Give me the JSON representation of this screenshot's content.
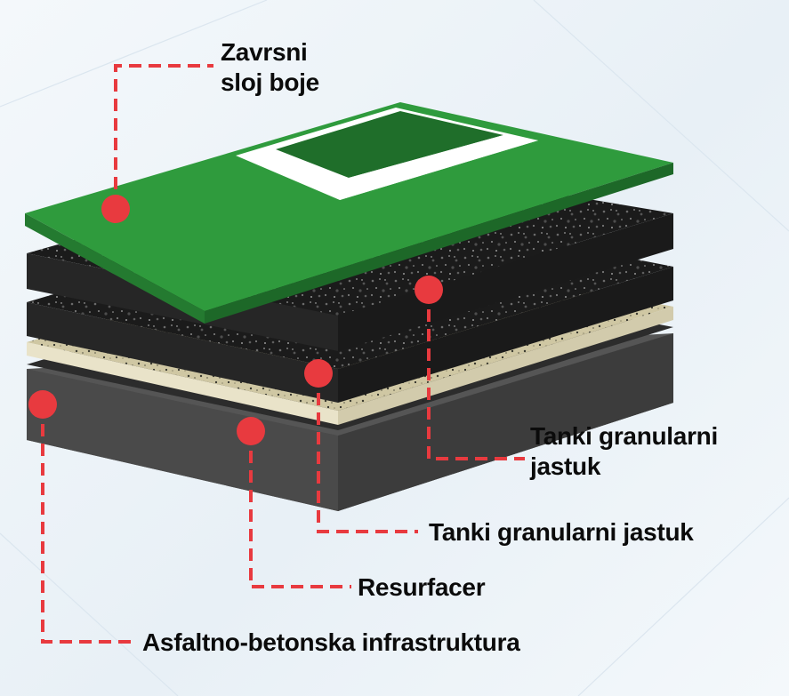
{
  "labels": {
    "finish_paint": [
      "Zavrsni",
      "sloj boje"
    ],
    "cushion_upper": [
      "Tanki granularni",
      "jastuk"
    ],
    "cushion_lower": "Tanki granularni jastuk",
    "resurfacer": "Resurfacer",
    "base": "Asfaltno-betonska infrastruktura"
  },
  "colors": {
    "leader": "#e83a3f",
    "court_green": "#2e9a3c",
    "court_dark_green": "#1f6e2a",
    "court_line": "#ffffff",
    "granular": "#1c1c1c",
    "resurfacer": "#d8cfae",
    "base_concrete": "#4a4a4a"
  }
}
